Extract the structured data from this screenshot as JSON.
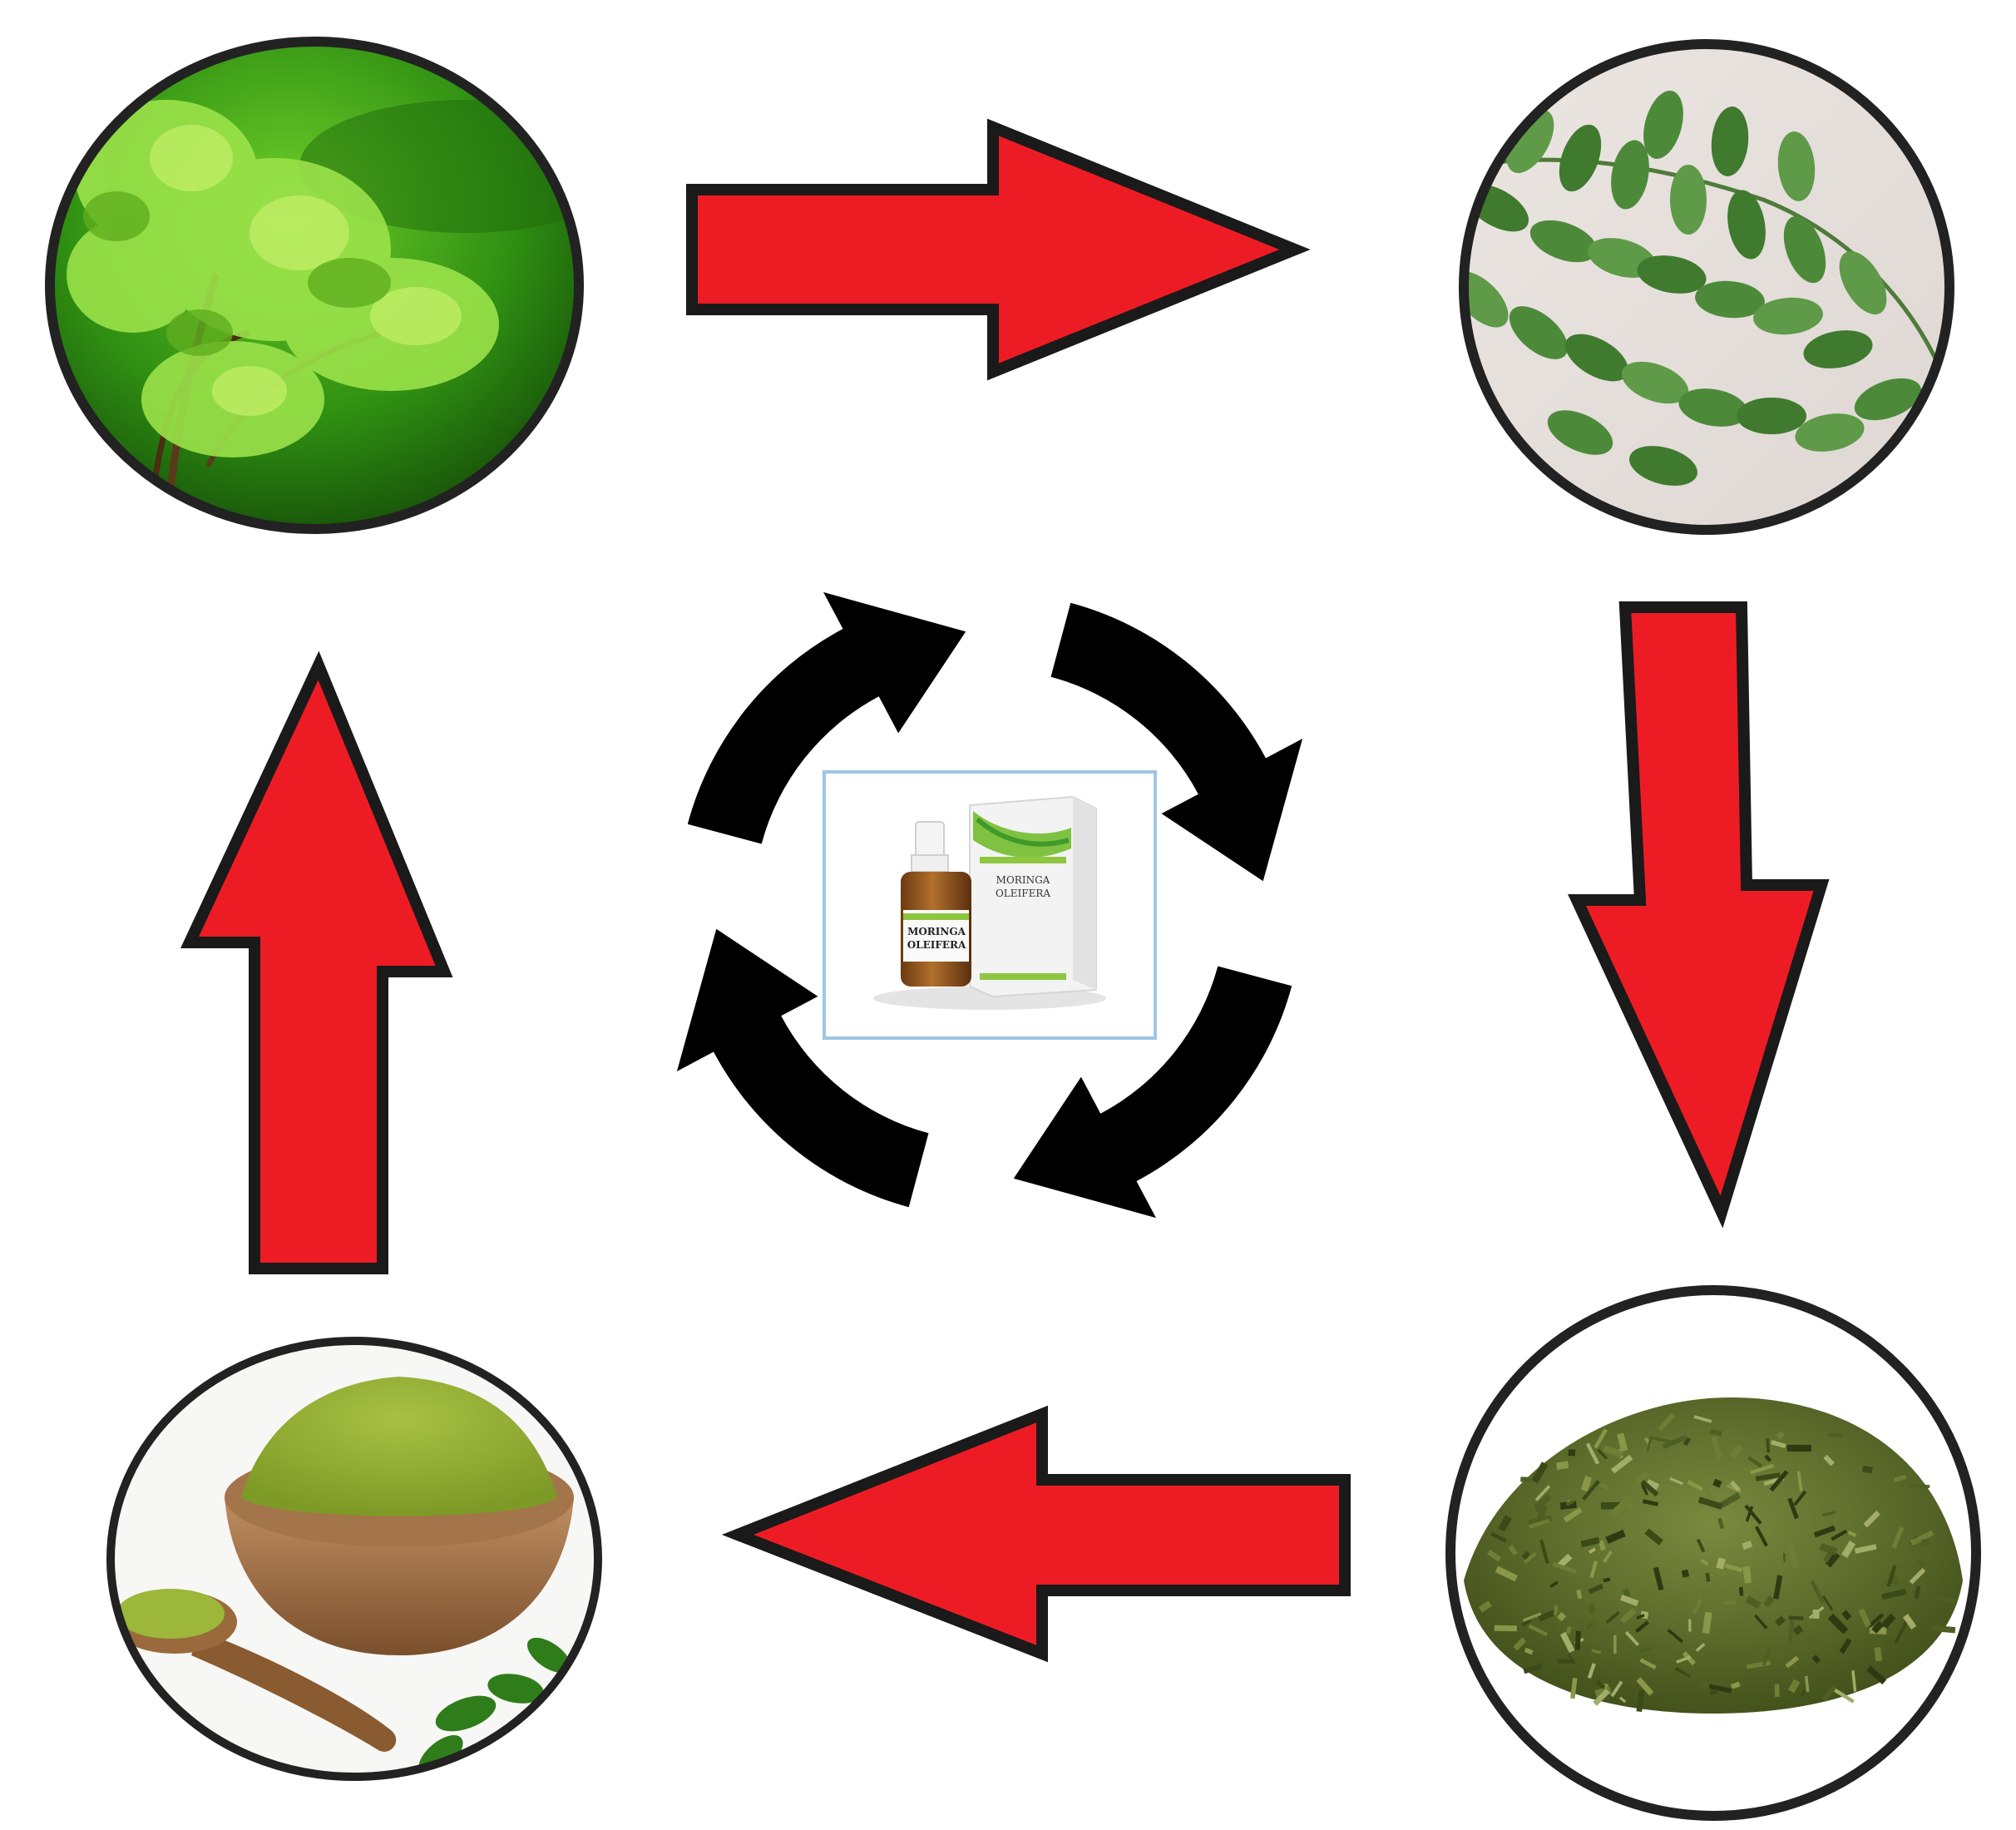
{
  "diagram": {
    "stages": [
      {
        "id": "tree",
        "picture": "moringa-tree-photo"
      },
      {
        "id": "leaves",
        "picture": "moringa-leaves-photo"
      },
      {
        "id": "dried",
        "picture": "dried-leaves-photo"
      },
      {
        "id": "powder",
        "picture": "moringa-powder-photo"
      }
    ],
    "center": {
      "picture": "homeopathic-product-photo",
      "bottle_label_line1": "MORINGA",
      "bottle_label_line2": "OLEIFERA",
      "box_label_line1": "MORINGA",
      "box_label_line2": "OLEIFERA"
    },
    "colors": {
      "arrow_fill": "#ED1C24",
      "arrow_stroke": "#1a1a1a",
      "cycle_arrow": "#000000",
      "circle_border": "#222222",
      "center_frame": "#9fc6e4"
    }
  }
}
